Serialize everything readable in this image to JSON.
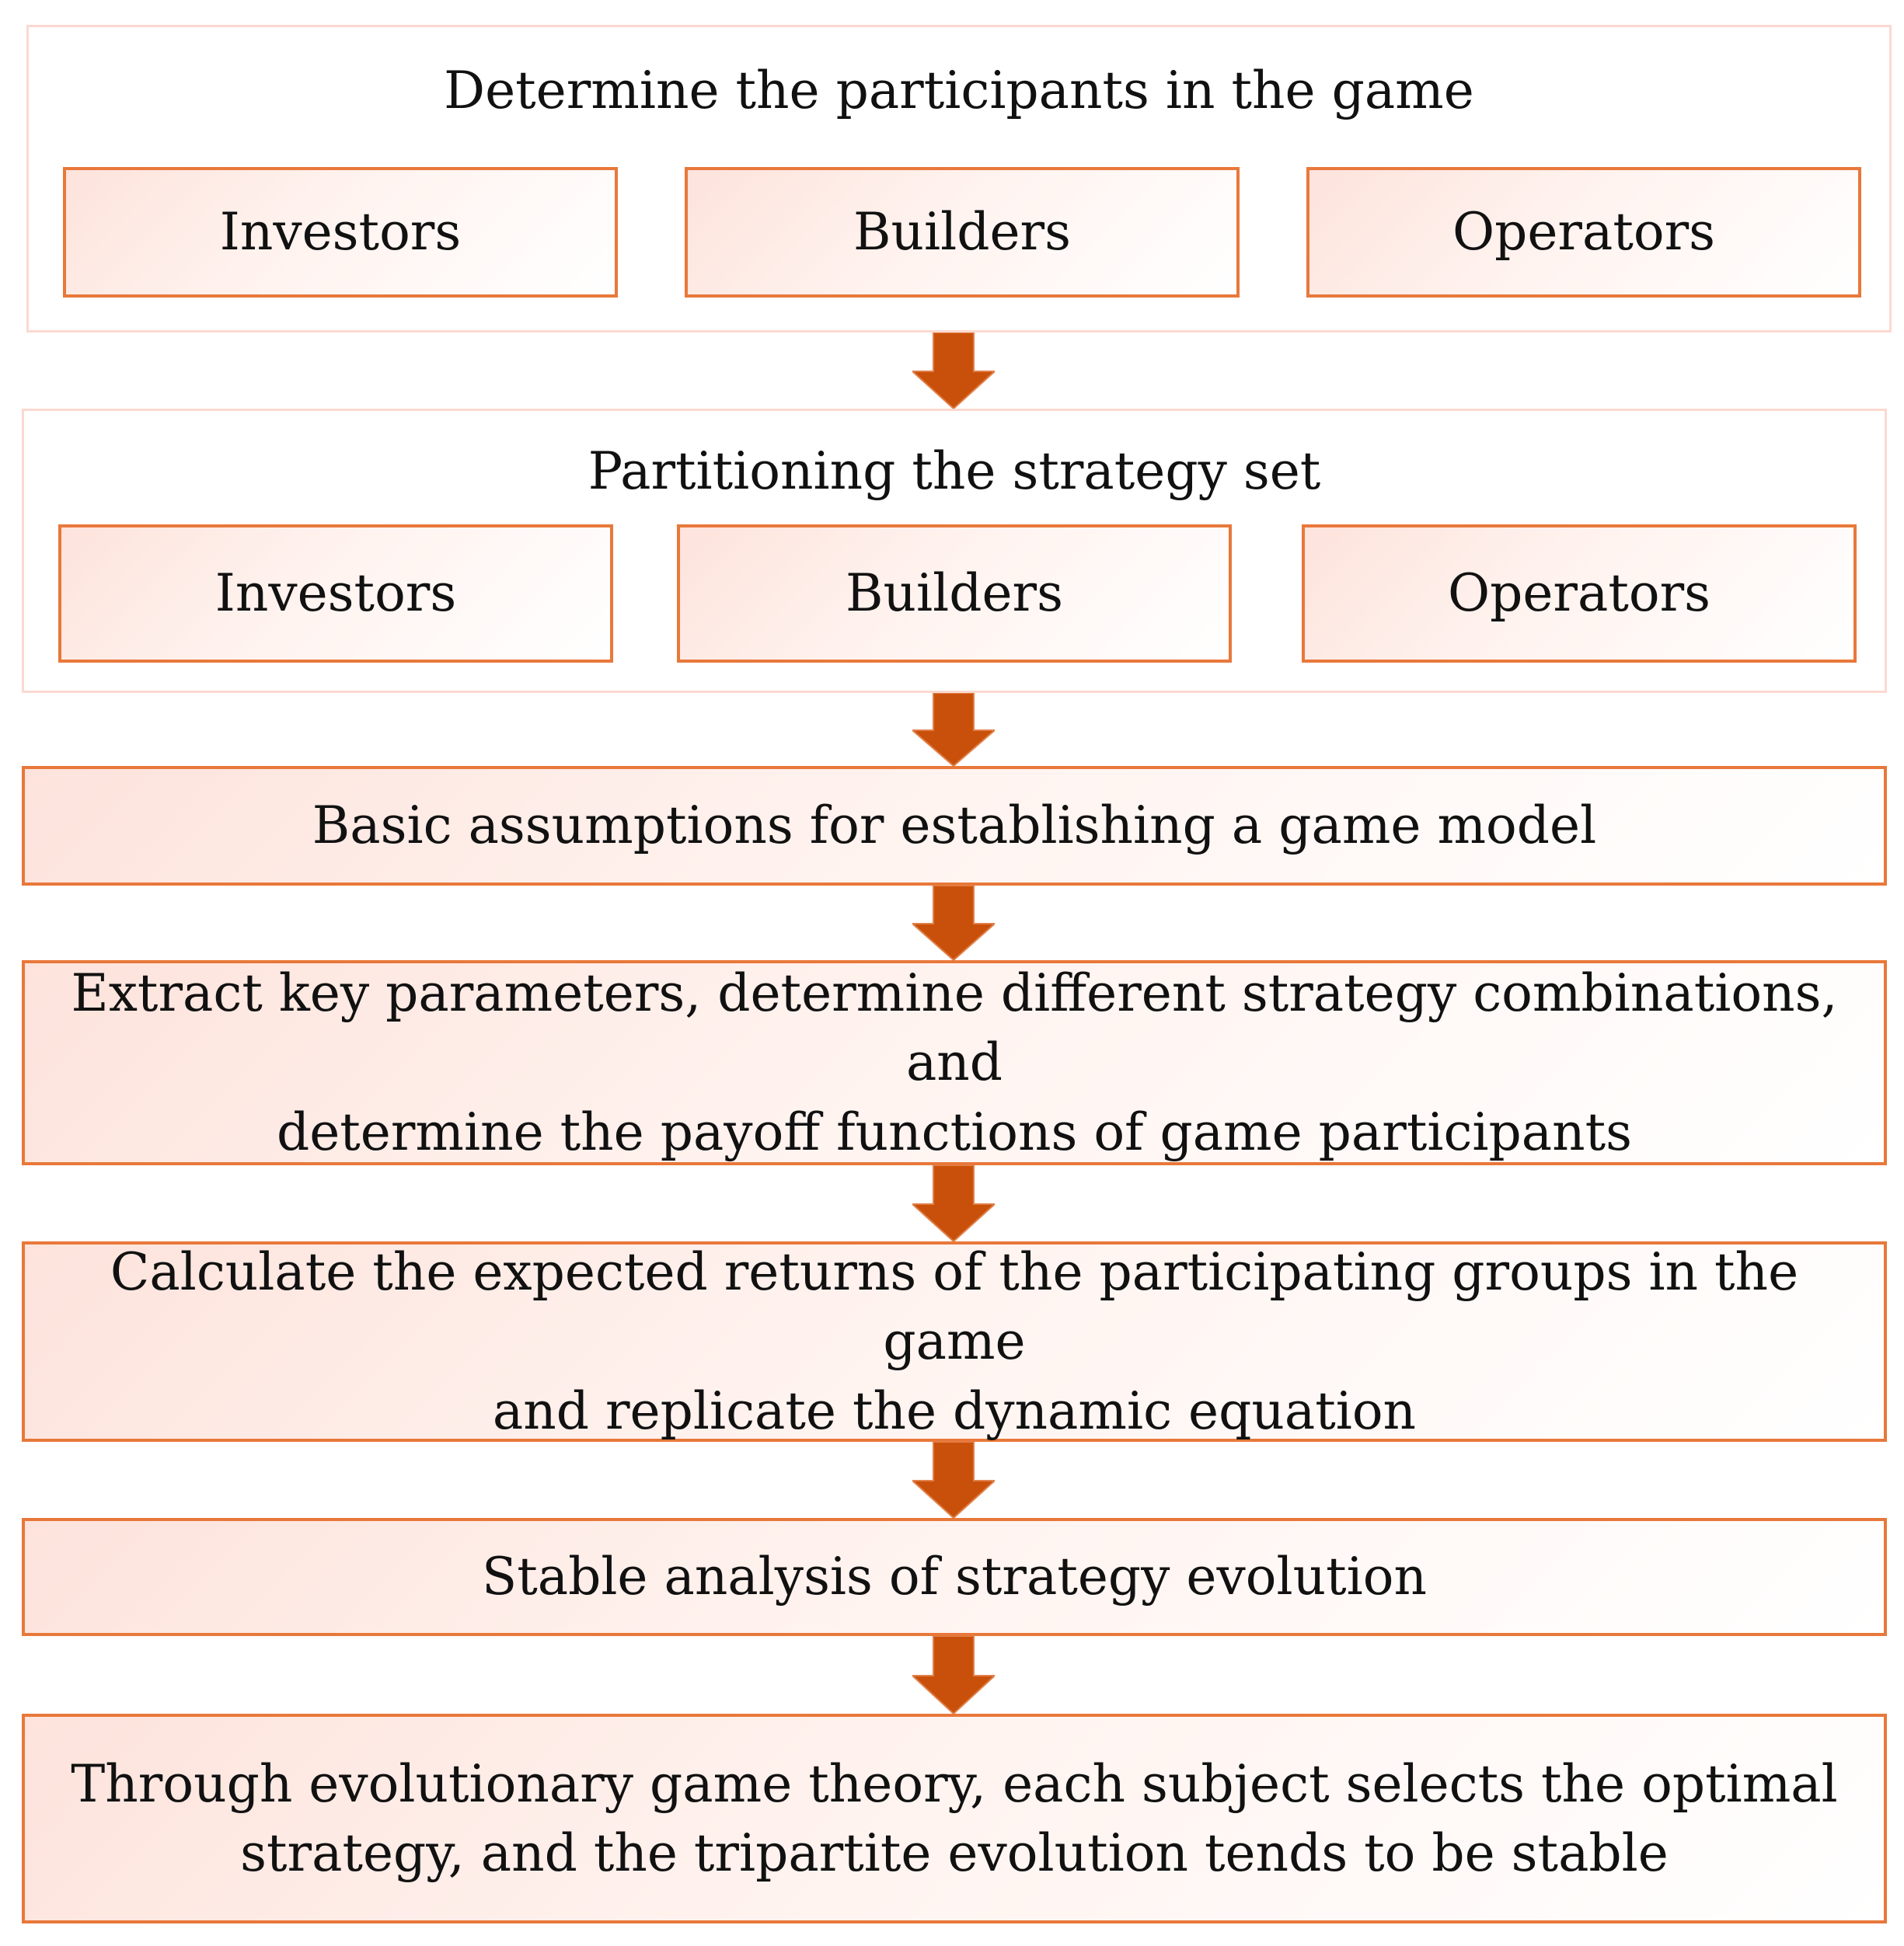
{
  "steps": {
    "participants": {
      "title": "Determine the participants in the game",
      "items": [
        "Investors",
        "Builders",
        "Operators"
      ]
    },
    "strategy_set": {
      "title": "Partitioning the strategy set",
      "items": [
        "Investors",
        "Builders",
        "Operators"
      ]
    },
    "assumptions": "Basic assumptions for establishing a game model",
    "parameters": {
      "line1": "Extract key parameters, determine different strategy combinations, and",
      "line2": "determine the payoff functions of game participants"
    },
    "returns": {
      "line1": "Calculate the expected returns of the participating groups in the game",
      "line2": "and replicate the dynamic equation"
    },
    "stability": "Stable analysis of strategy evolution",
    "conclusion": {
      "line1": "Through evolutionary game theory, each subject selects the optimal",
      "line2": "strategy, and the tripartite evolution tends to be stable"
    }
  },
  "colors": {
    "box_border": "#e8783a",
    "box_fill": "#fde3dc",
    "group_border": "#fbd9d0",
    "arrow": "#c9500a"
  }
}
